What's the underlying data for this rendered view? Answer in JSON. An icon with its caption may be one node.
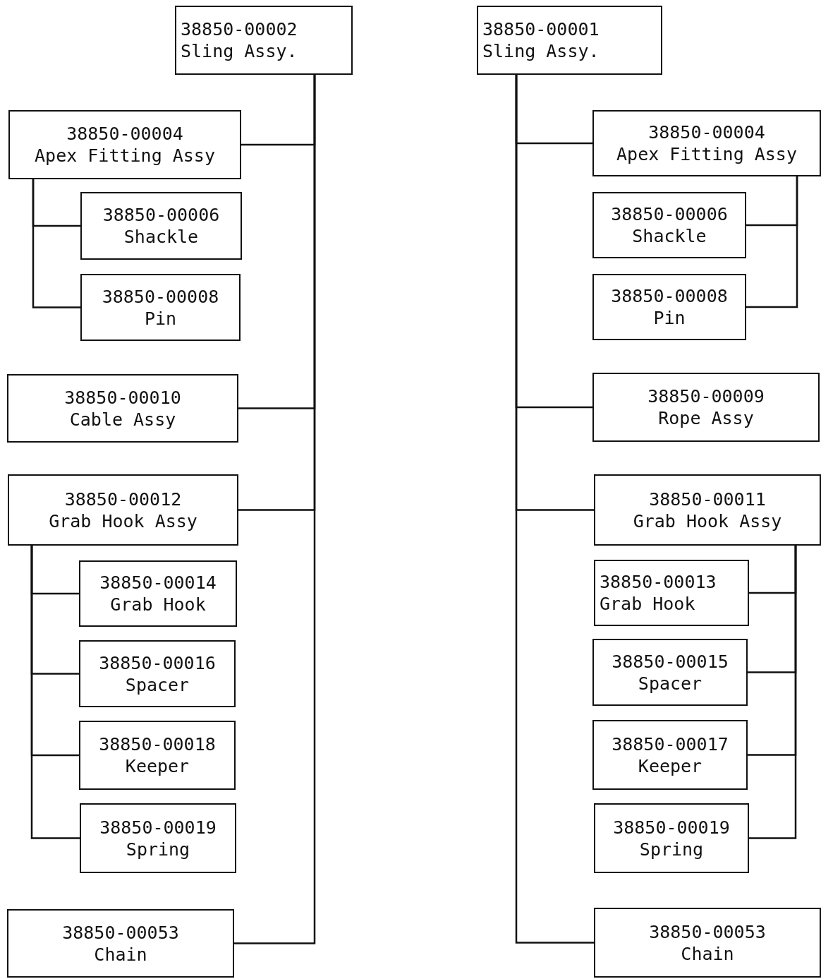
{
  "diagram": {
    "nodes": [
      {
        "text": [
          "38850-00002",
          "Sling Assy."
        ]
      },
      {
        "text": [
          "38850-00004",
          "Apex Fitting Assy"
        ]
      },
      {
        "text": [
          "38850-00006",
          "Shackle"
        ]
      },
      {
        "text": [
          "38850-00008",
          "Pin"
        ]
      },
      {
        "text": [
          "38850-00010",
          "Cable Assy"
        ]
      },
      {
        "text": [
          "38850-00012",
          "Grab Hook Assy"
        ]
      },
      {
        "text": [
          "38850-00014",
          "Grab Hook"
        ]
      },
      {
        "text": [
          "38850-00016",
          "Spacer"
        ]
      },
      {
        "text": [
          "38850-00018",
          "Keeper"
        ]
      },
      {
        "text": [
          "38850-00019",
          "Spring"
        ]
      },
      {
        "text": [
          "38850-00053",
          "Chain"
        ]
      },
      {
        "text": [
          "38850-00001",
          "Sling Assy."
        ]
      },
      {
        "text": [
          "38850-00004",
          "Apex Fitting Assy"
        ]
      },
      {
        "text": [
          "38850-00006",
          "Shackle"
        ]
      },
      {
        "text": [
          "38850-00008",
          "Pin"
        ]
      },
      {
        "text": [
          "38850-00009",
          "Rope Assy"
        ]
      },
      {
        "text": [
          "38850-00011",
          "Grab Hook Assy"
        ]
      },
      {
        "text": [
          "38850-00013",
          "Grab Hook"
        ]
      },
      {
        "text": [
          "38850-00015",
          "Spacer"
        ]
      },
      {
        "text": [
          "38850-00017",
          "Keeper"
        ]
      },
      {
        "text": [
          "38850-00019",
          "Spring"
        ]
      },
      {
        "text": [
          "38850-00053",
          "Chain"
        ]
      }
    ],
    "edges": [
      {
        "from": 0,
        "to": 1,
        "arrow": "none"
      },
      {
        "from": 1,
        "to": 2,
        "arrow": "none"
      },
      {
        "from": 1,
        "to": 3,
        "arrow": "none"
      },
      {
        "from": 0,
        "to": 4,
        "arrow": "none"
      },
      {
        "from": 0,
        "to": 5,
        "arrow": "none"
      },
      {
        "from": 5,
        "to": 6,
        "arrow": "none"
      },
      {
        "from": 5,
        "to": 7,
        "arrow": "none"
      },
      {
        "from": 5,
        "to": 8,
        "arrow": "none"
      },
      {
        "from": 5,
        "to": 9,
        "arrow": "none"
      },
      {
        "from": 0,
        "to": 10,
        "arrow": "none"
      },
      {
        "from": 11,
        "to": 12,
        "arrow": "none"
      },
      {
        "from": 12,
        "to": 13,
        "arrow": "none"
      },
      {
        "from": 12,
        "to": 14,
        "arrow": "none"
      },
      {
        "from": 11,
        "to": 15,
        "arrow": "none"
      },
      {
        "from": 11,
        "to": 16,
        "arrow": "none"
      },
      {
        "from": 16,
        "to": 17,
        "arrow": "none"
      },
      {
        "from": 16,
        "to": 18,
        "arrow": "none"
      },
      {
        "from": 16,
        "to": 19,
        "arrow": "none"
      },
      {
        "from": 16,
        "to": 20,
        "arrow": "none"
      },
      {
        "from": 11,
        "to": 21,
        "arrow": "none"
      }
    ]
  }
}
